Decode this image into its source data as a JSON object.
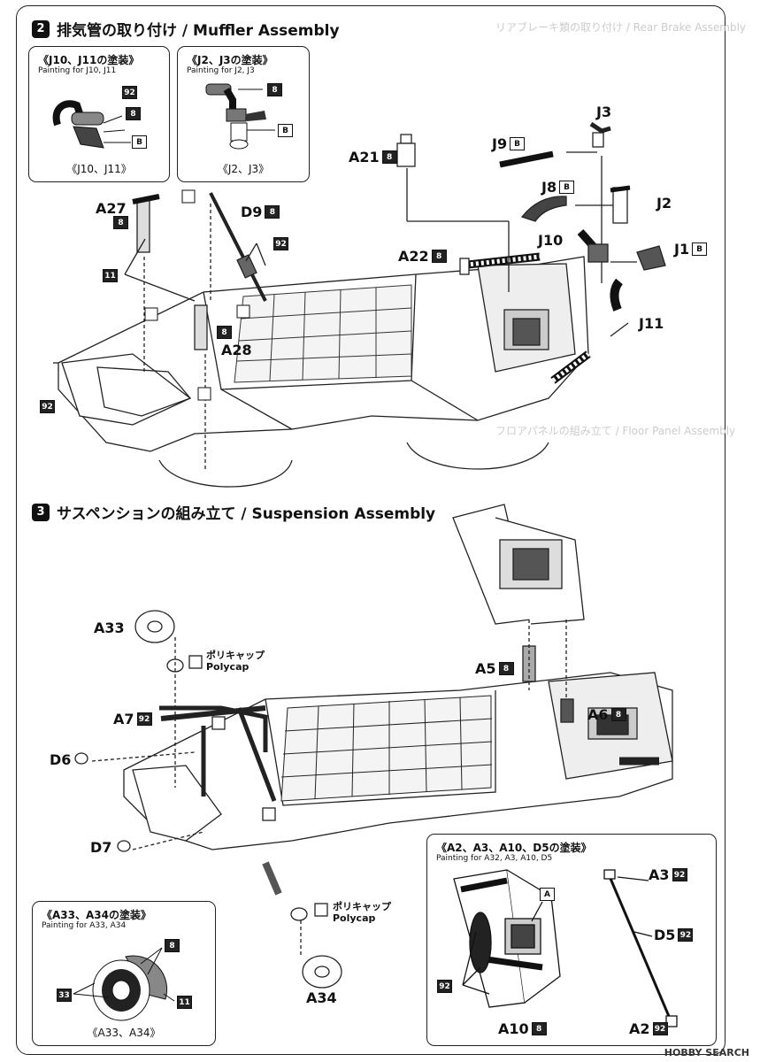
{
  "section2": {
    "num": "2",
    "title": "排気管の取り付け / Muffler Assembly",
    "faint_header": "リアブレーキ類の取り付け / Rear Brake Assembly",
    "box_j10": {
      "title": "《J10、J11の塗装》",
      "sub": "Painting for J10, J11",
      "foot": "《J10、J11》",
      "c1": "92",
      "c2": "8",
      "c3": "B"
    },
    "box_j2": {
      "title": "《J2、J3の塗装》",
      "sub": "Painting for J2, J3",
      "foot": "《J2、J3》",
      "c1": "8",
      "c2": "B"
    },
    "labels": {
      "a27": "A27",
      "a27c": "8",
      "d9": "D9",
      "d9c": "8",
      "c92a": "92",
      "c11": "11",
      "c8": "8",
      "a28": "A28",
      "c92b": "92",
      "a21": "A21",
      "a21c": "8",
      "a22": "A22",
      "a22c": "8",
      "j3": "J3",
      "j9": "J9",
      "j9c": "B",
      "j8": "J8",
      "j8c": "B",
      "j2": "J2",
      "j10": "J10",
      "j1": "J1",
      "j1c": "B",
      "j11": "J11"
    }
  },
  "section3": {
    "num": "3",
    "title": "サスペンションの組み立て / Suspension Assembly",
    "faint_header": "フロアパネルの組み立て / Floor Panel Assembly",
    "polycap_jp": "ポリキャップ",
    "polycap_en": "Polycap",
    "labels": {
      "a33": "A33",
      "a7": "A7",
      "a7c": "92",
      "d6": "D6",
      "d7": "D7",
      "a5": "A5",
      "a5c": "8",
      "a6": "A6",
      "a6c": "8",
      "a34": "A34"
    },
    "box_a33": {
      "title": "《A33、A34の塗装》",
      "sub": "Painting for A33, A34",
      "foot": "《A33、A34》",
      "c1": "8",
      "c2": "33",
      "c3": "11"
    },
    "box_a2": {
      "title": "《A2、A3、A10、D5の塗装》",
      "sub": "Painting for A32, A3, A10, D5",
      "c_a": "A",
      "c92": "92",
      "a3": "A3",
      "a3c": "92",
      "d5": "D5",
      "d5c": "92",
      "a10": "A10",
      "a10c": "8",
      "a2": "A2",
      "a2c": "92"
    }
  },
  "watermark": "HOBBY SEARCH"
}
